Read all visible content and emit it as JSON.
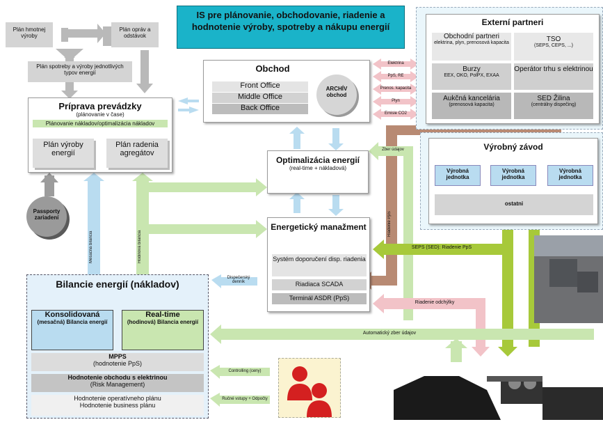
{
  "title": "IS pre plánovanie, obchodovanie, riadenie a hodnotenie výroby, spotreby a nákupu energií",
  "top_left": {
    "plan_hmotnej": "Plán hmotnej výroby",
    "plan_oprav": "Plán opráv a odstávok",
    "plan_spotreby": "Plán spotreby a výroby jednotlivých typov energií"
  },
  "priprava": {
    "title": "Príprava prevádzky",
    "subtitle": "(plánovanie v čase)",
    "bar": "Plánovanie nákladov/optimalizácia nákladov",
    "plan_vyroby": "Plán výroby energií",
    "plan_radenia": "Plán radenia agregátov"
  },
  "passporty": "Passporty zariadení",
  "obchod": {
    "title": "Obchod",
    "front": "Front Office",
    "middle": "Middle Office",
    "back": "Back Office",
    "archiv": "ARCHÍV",
    "archiv_sub": "obchod"
  },
  "commodities": [
    "Elektrina",
    "PpS, RE",
    "Prenos. kapacita",
    "Plyn",
    "Emisie CO2"
  ],
  "externi": {
    "title": "Externí partneri",
    "cells": [
      {
        "title": "Obchodní partneri",
        "sub": "elektrina, plyn, prenosová kapacita"
      },
      {
        "title": "TSO",
        "sub": "(SEPS, CEPS, ...)"
      },
      {
        "title": "Burzy",
        "sub": "EEX, OKO, PolPX, EXAA"
      },
      {
        "title": "Operátor trhu s elektrinou",
        "sub": ""
      },
      {
        "title": "Aukčná kancelária",
        "sub": "(prenosová kapacita)"
      },
      {
        "title": "SED Žilina",
        "sub": "(centrálny dispečing)"
      }
    ]
  },
  "zavod": {
    "title": "Výrobný závod",
    "unit": "Výrobná jednotka",
    "ostatni": "ostatni"
  },
  "optimalizacia": {
    "title": "Optimalizácia energií",
    "sub": "(real-time + nákladová)"
  },
  "manazment": {
    "title": "Energetický manažment",
    "system": "Systém doporučení disp. riadenia",
    "scada": "Riadiaca SCADA",
    "terminal": "Terminál ASDR (PpS)"
  },
  "bilancie": {
    "title": "Bilancie energií (nákladov)",
    "konsolidovana": "Konsolidovaná",
    "kons_sub": "(mesačná) Bilancia energií",
    "realtime": "Real-time",
    "rt_sub": "(hodinová) Bilancia energií",
    "mpps": "MPPS",
    "mpps_sub": "(hodnotenie PpS)",
    "hodnotenie": "Hodnotenie obchodu s elektrinou",
    "hodnotenie_sub": "(Risk Management)",
    "oper1": "Hodnotenie operatívneho plánu",
    "oper2": "Hodnotenie business plánu"
  },
  "labels": {
    "mesacna": "Mesačná bilancia",
    "hodinova": "Hodinová bilancia",
    "zber": "Zber údajov",
    "riadenie_pps": "Riadenie PpS",
    "seps": "SEPS (SED): Riadenie PpS",
    "odchylky": "Riadenie odchýlky",
    "auto": "Automatický zber údajov",
    "dispecersky": "Dispečerský denník",
    "controlling": "Controlling (ceny)",
    "rucne": "Ručné vstupy + Odpočty"
  },
  "colors": {
    "cyan": "#1ab3c9",
    "green": "#c9e6b0",
    "pink": "#f2c3c8",
    "blue": "#b9dcf0",
    "brown": "#b88a73",
    "olive": "#a7c93a"
  }
}
